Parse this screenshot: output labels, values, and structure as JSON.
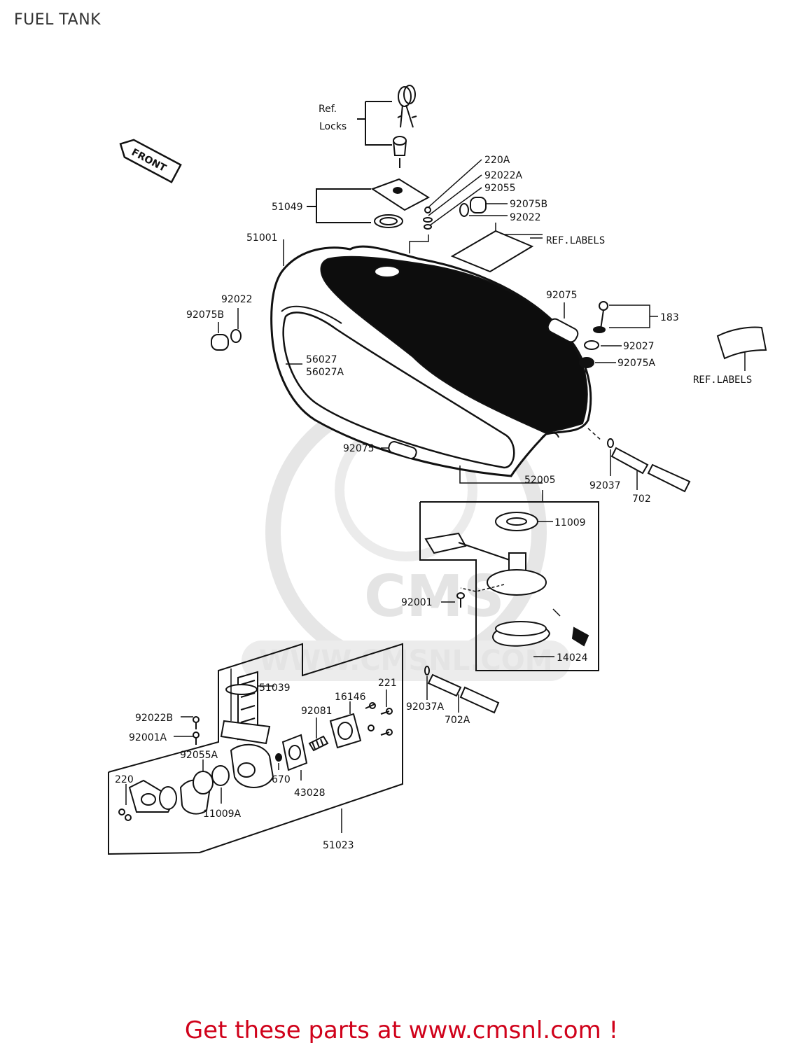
{
  "title": "FUEL TANK",
  "footer": "Get these parts at www.cmsnl.com !",
  "watermark": "WWW.CMSNL.COM",
  "watermark_logo": "CMS",
  "front_arrow": "FRONT",
  "labels": {
    "ref_locks_1": "Ref.",
    "ref_locks_2": "Locks",
    "p220A": "220A",
    "p92022A": "92022A",
    "p92055": "92055",
    "p92075B_top": "92075B",
    "p92022_top": "92022",
    "p51049": "51049",
    "p51001": "51001",
    "ref_labels_top": "REF.LABELS",
    "p92022_left": "92022",
    "p92075B_left": "92075B",
    "p56027": "56027",
    "p56027A": "56027A",
    "p92075_right": "92075",
    "p183": "183",
    "p92027": "92027",
    "p92075A": "92075A",
    "ref_labels_right": "REF.LABELS",
    "p92075_bottom": "92075",
    "p52005": "52005",
    "p92037": "92037",
    "p702": "702",
    "p11009": "11009",
    "p92001": "92001",
    "p14024": "14024",
    "p51039": "51039",
    "p221": "221",
    "p16146": "16146",
    "p92081": "92081",
    "p92037A": "92037A",
    "p702A": "702A",
    "p92022B": "92022B",
    "p92001A": "92001A",
    "p92055A": "92055A",
    "p220": "220",
    "p670": "670",
    "p43028": "43028",
    "p11009A": "11009A",
    "p51023": "51023"
  },
  "colors": {
    "line": "#111111",
    "footer": "#d0021b",
    "watermark": "#e4e4e4"
  }
}
